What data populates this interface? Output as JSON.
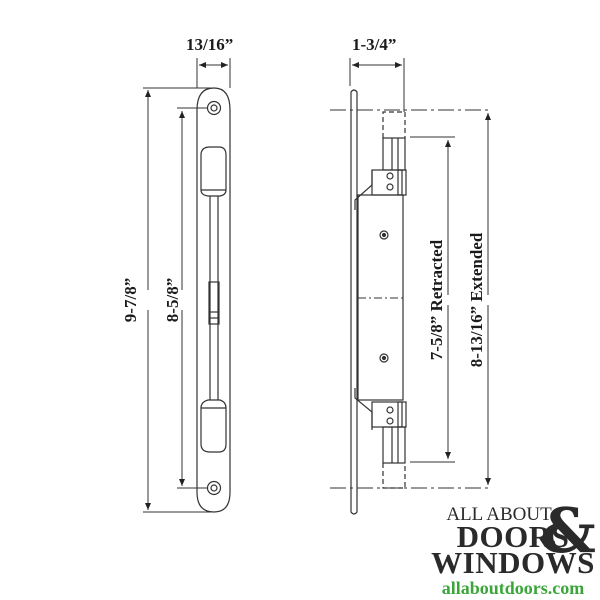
{
  "diagram": {
    "front_view": {
      "width_label": "13/16”",
      "overall_height_label": "9-7/8”",
      "hole_spacing_label": "8-5/8”"
    },
    "side_view": {
      "depth_label": "1-3/4”",
      "retracted_label": "7-5/8” Retracted",
      "extended_label": "8-13/16” Extended"
    }
  },
  "logo": {
    "line1": "ALL ABOUT",
    "line2": "DOORS",
    "ampersand": "&",
    "line3": "WINDOWS",
    "url": "allaboutdoors.com",
    "url_color": "#3aa63a"
  }
}
